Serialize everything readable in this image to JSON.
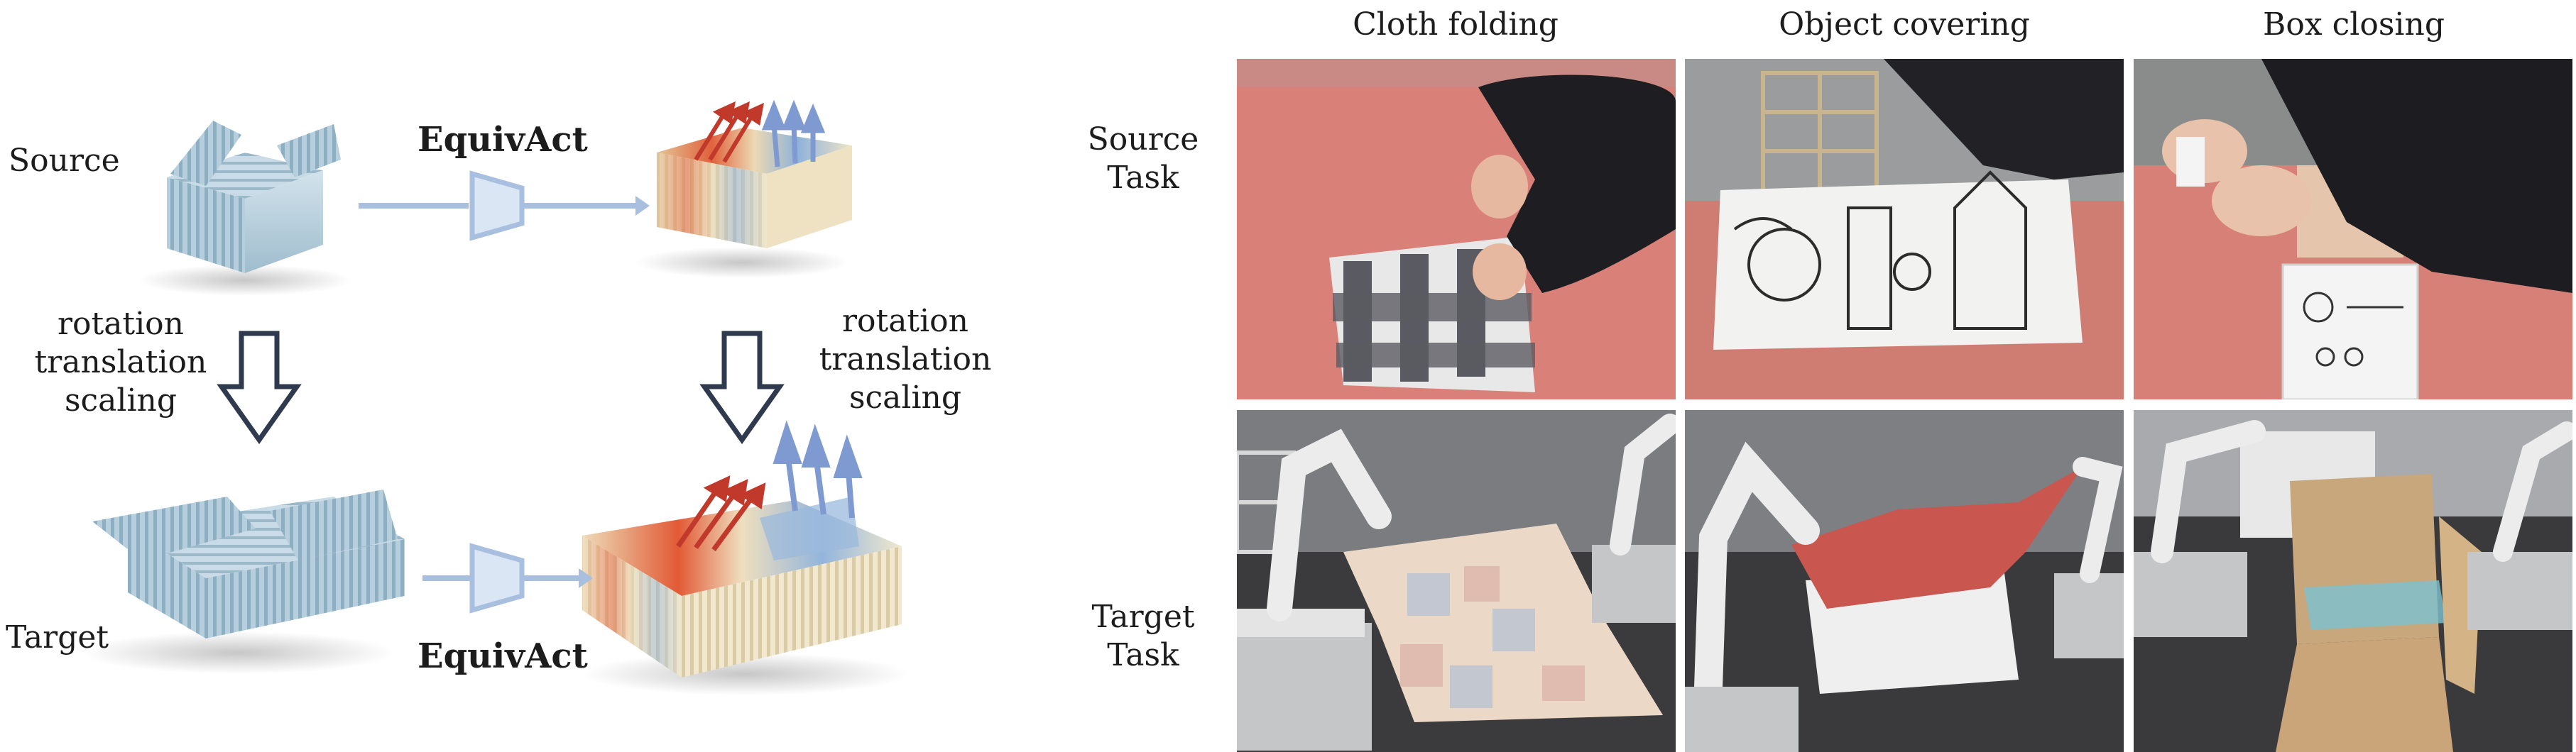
{
  "left": {
    "source_label": "Source",
    "target_label": "Target",
    "model_label_top": "EquivAct",
    "model_label_bottom": "EquivAct",
    "transform_left": [
      "rotation",
      "translation",
      "scaling"
    ],
    "transform_right": [
      "rotation",
      "translation",
      "scaling"
    ]
  },
  "right": {
    "columns": [
      "Cloth folding",
      "Object covering",
      "Box closing"
    ],
    "rows": [
      {
        "lines": [
          "Source",
          "Task"
        ]
      },
      {
        "lines": [
          "Target",
          "Task"
        ]
      }
    ]
  },
  "colors": {
    "arrow_blue": "#a9bfe0",
    "outline_arrow": "#2f3a4f",
    "box_blue": "#b9d0dd",
    "table_pink": "#d98078",
    "floor_dark": "#3a3a3c"
  }
}
